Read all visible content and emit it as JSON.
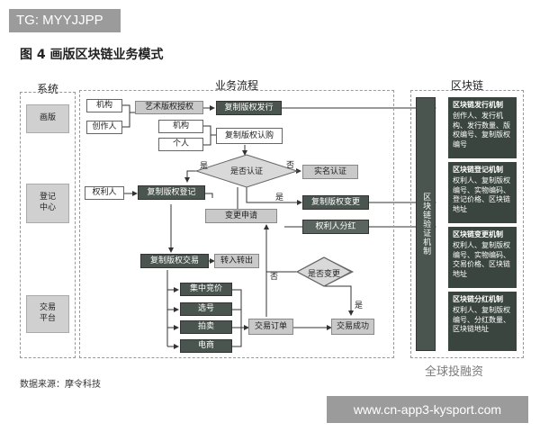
{
  "overlay_tag": "TG: MYYJJPP",
  "figure_title": "图 4  画版区块链业务模式",
  "columns": {
    "system": "系统",
    "process": "业务流程",
    "blockchain": "区块链"
  },
  "system_labels": {
    "painting": "画版",
    "registry": "登记\n中心",
    "trading": "交易\n平台"
  },
  "process": {
    "institution": "机构",
    "creator": "创作人",
    "art_copyright": "艺术版权授权",
    "issue": "复制版权发行",
    "institution2": "机构",
    "individual": "个人",
    "purchase": "复制版权认购",
    "is_verified": "是否认证",
    "yes": "是",
    "no": "否",
    "real_name": "实名认证",
    "rights_holder": "权利人",
    "registration": "复制版权登记",
    "change_request": "变更申请",
    "change": "复制版权变更",
    "dividend": "权利人分红",
    "trading": "复制版权交易",
    "transfer": "转入转出",
    "auction": "集中竞价",
    "selection": "选号",
    "bid": "拍卖",
    "ecommerce": "电商",
    "order": "交易订单",
    "is_changed": "是否变更",
    "success": "交易成功",
    "verify": "区块链验证机制"
  },
  "chain_mechanisms": [
    {
      "title": "区块链发行机制",
      "body": "创作人、发行机构、发行数量、版权编号、复制版权编号"
    },
    {
      "title": "区块链登记机制",
      "body": "权利人、复制版权编号、实物编码、登记价格、区块链地址"
    },
    {
      "title": "区块链变更机制",
      "body": "权利人、复制版权编号、实物编码、交易价格、区块链地址"
    },
    {
      "title": "区块链分红机制",
      "body": "权利人、复制版权编号、分红数量、区块链地址"
    }
  ],
  "source": "数据来源：摩令科技",
  "watermark": "全球投融资",
  "url": "www.cn-app3-kysport.com"
}
